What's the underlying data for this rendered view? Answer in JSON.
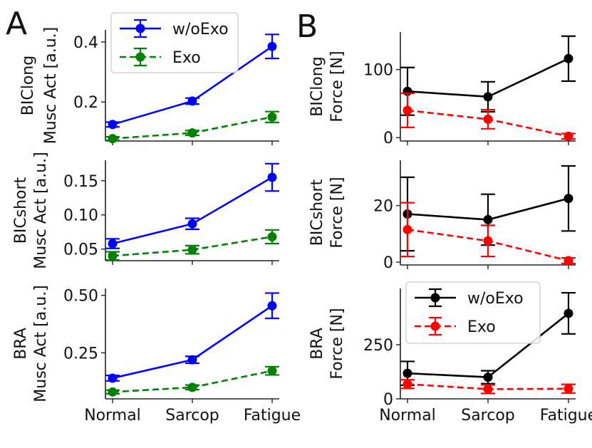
{
  "panel_letters": [
    "A",
    "B"
  ],
  "chart_data": [
    {
      "id": "A-BIClong",
      "panel": "A",
      "type": "line",
      "categories": [
        "Normal",
        "Sarcop",
        "Fatigue"
      ],
      "ylabel_lines": [
        "BIClong",
        "Musc Act [a.u.]"
      ],
      "ylim": [
        0.07,
        0.44
      ],
      "yticks": [
        0.2,
        0.4
      ],
      "ytick_labels": [
        "0.2",
        "0.4"
      ],
      "show_xticklabels": false,
      "legend": {
        "show": true,
        "placement": "top-left"
      },
      "series": [
        {
          "name": "w/oExo",
          "color": "#0000ff",
          "dash": "solid",
          "values": [
            0.125,
            0.203,
            0.385
          ],
          "errors": [
            0.008,
            0.01,
            0.04
          ]
        },
        {
          "name": "Exo",
          "color": "#008000",
          "dash": "dashed",
          "values": [
            0.078,
            0.097,
            0.15
          ],
          "errors": [
            0.006,
            0.008,
            0.018
          ]
        }
      ]
    },
    {
      "id": "A-BICshort",
      "panel": "A",
      "type": "line",
      "categories": [
        "Normal",
        "Sarcop",
        "Fatigue"
      ],
      "ylabel_lines": [
        "BICshort",
        "Musc Act [a.u.]"
      ],
      "ylim": [
        0.033,
        0.18
      ],
      "yticks": [
        0.05,
        0.1,
        0.15
      ],
      "ytick_labels": [
        "0.05",
        "0.10",
        "0.15"
      ],
      "show_xticklabels": false,
      "legend": {
        "show": false
      },
      "series": [
        {
          "name": "w/oExo",
          "color": "#0000ff",
          "dash": "solid",
          "values": [
            0.058,
            0.087,
            0.155
          ],
          "errors": [
            0.007,
            0.008,
            0.02
          ]
        },
        {
          "name": "Exo",
          "color": "#008000",
          "dash": "dashed",
          "values": [
            0.04,
            0.049,
            0.068
          ],
          "errors": [
            0.006,
            0.006,
            0.01
          ]
        }
      ]
    },
    {
      "id": "A-BRA",
      "panel": "A",
      "type": "line",
      "categories": [
        "Normal",
        "Sarcop",
        "Fatigue"
      ],
      "ylabel_lines": [
        "BRA",
        "Musc Act [a.u.]"
      ],
      "ylim": [
        0.05,
        0.53
      ],
      "yticks": [
        0.25,
        0.5
      ],
      "ytick_labels": [
        "0.25",
        "0.50"
      ],
      "show_xticklabels": true,
      "legend": {
        "show": false
      },
      "series": [
        {
          "name": "w/oExo",
          "color": "#0000ff",
          "dash": "solid",
          "values": [
            0.14,
            0.22,
            0.455
          ],
          "errors": [
            0.012,
            0.015,
            0.055
          ]
        },
        {
          "name": "Exo",
          "color": "#008000",
          "dash": "dashed",
          "values": [
            0.08,
            0.1,
            0.172
          ],
          "errors": [
            0.008,
            0.01,
            0.018
          ]
        }
      ]
    },
    {
      "id": "B-BIClong",
      "panel": "B",
      "type": "line",
      "categories": [
        "Normal",
        "Sarcop",
        "Fatigue"
      ],
      "ylabel_lines": [
        "BIClong",
        "Force [N]"
      ],
      "ylim": [
        -5,
        155
      ],
      "yticks": [
        0,
        100
      ],
      "ytick_labels": [
        "0",
        "100"
      ],
      "show_xticklabels": false,
      "legend": {
        "show": false
      },
      "series": [
        {
          "name": "w/oExo",
          "color": "#000000",
          "dash": "solid",
          "values": [
            68,
            60,
            116
          ],
          "errors": [
            35,
            22,
            33
          ]
        },
        {
          "name": "Exo",
          "color": "#ff0000",
          "dash": "dashed",
          "values": [
            40,
            27,
            2
          ],
          "errors": [
            25,
            14,
            4
          ]
        }
      ]
    },
    {
      "id": "B-BICshort",
      "panel": "B",
      "type": "line",
      "categories": [
        "Normal",
        "Sarcop",
        "Fatigue"
      ],
      "ylabel_lines": [
        "BICshort",
        "Force [N]"
      ],
      "ylim": [
        -1,
        36
      ],
      "yticks": [
        0,
        20
      ],
      "ytick_labels": [
        "0",
        "20"
      ],
      "show_xticklabels": false,
      "legend": {
        "show": false
      },
      "series": [
        {
          "name": "w/oExo",
          "color": "#000000",
          "dash": "solid",
          "values": [
            17,
            15,
            22.5
          ],
          "errors": [
            13,
            9,
            11.5
          ]
        },
        {
          "name": "Exo",
          "color": "#ff0000",
          "dash": "dashed",
          "values": [
            11.5,
            7.5,
            0.5
          ],
          "errors": [
            9.5,
            5.5,
            1
          ]
        }
      ]
    },
    {
      "id": "B-BRA",
      "panel": "B",
      "type": "line",
      "categories": [
        "Normal",
        "Sarcop",
        "Fatigue"
      ],
      "ylabel_lines": [
        "BRA",
        "Force [N]"
      ],
      "ylim": [
        0,
        510
      ],
      "yticks": [
        0,
        250
      ],
      "ytick_labels": [
        "0",
        "250"
      ],
      "show_xticklabels": true,
      "legend": {
        "show": true,
        "placement": "top-left"
      },
      "series": [
        {
          "name": "w/oExo",
          "color": "#000000",
          "dash": "solid",
          "values": [
            118,
            100,
            395
          ],
          "errors": [
            55,
            30,
            95
          ]
        },
        {
          "name": "Exo",
          "color": "#ff0000",
          "dash": "dashed",
          "values": [
            68,
            45,
            47
          ],
          "errors": [
            20,
            20,
            20
          ]
        }
      ]
    }
  ]
}
